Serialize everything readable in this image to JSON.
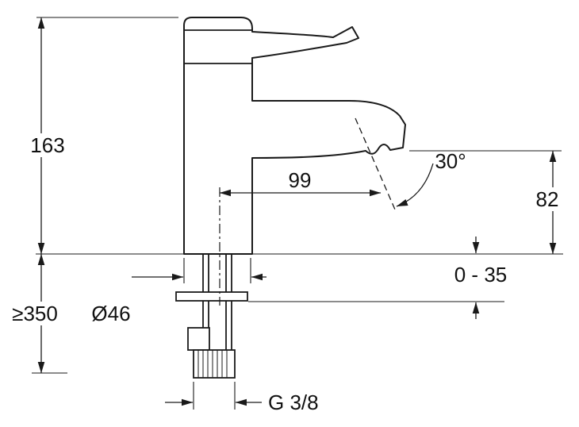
{
  "drawing": {
    "type": "technical-dimension-drawing",
    "subject": "single-lever basin faucet",
    "colors": {
      "line": "#1a1a1a",
      "background": "#ffffff"
    },
    "labels": {
      "total_height": "163",
      "min_clearance": "≥350",
      "spout_reach": "99",
      "spout_angle": "30°",
      "spout_height": "82",
      "deck_thickness": "0 - 35",
      "base_diameter": "Ø46",
      "thread_size": "G 3/8"
    }
  }
}
